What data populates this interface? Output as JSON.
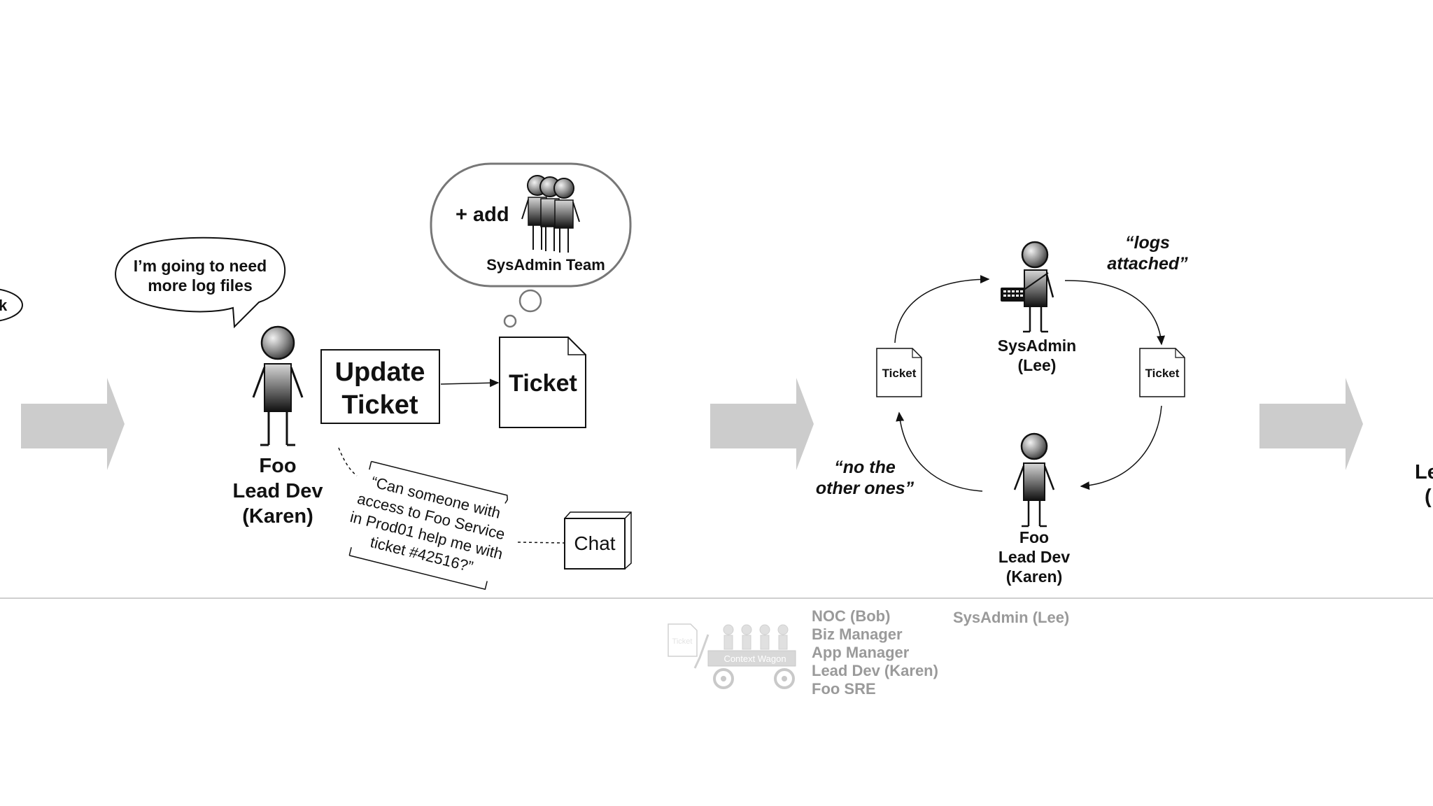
{
  "left_bubble": {
    "text": "k"
  },
  "karen_speech": {
    "line1": "I’m going to need",
    "line2": "more log files"
  },
  "karen": {
    "line1": "Foo",
    "line2": "Lead Dev",
    "line3": "(Karen)"
  },
  "update_box": {
    "line1": "Update",
    "line2": "Ticket"
  },
  "ticket_main": {
    "label": "Ticket"
  },
  "thought": {
    "add": "+ add",
    "team": "SysAdmin Team"
  },
  "chat_message": {
    "line1": "“Can someone with",
    "line2": "access to Foo Service",
    "line3": "in Prod01 help me with",
    "line4": "ticket #42516?”"
  },
  "chat_box": {
    "label": "Chat"
  },
  "cycle": {
    "sysadmin": {
      "line1": "SysAdmin",
      "line2": "(Lee)"
    },
    "lead_dev": {
      "line1": "Foo",
      "line2": "Lead Dev",
      "line3": "(Karen)"
    },
    "ticket_left": "Ticket",
    "ticket_right": "Ticket",
    "quote_logs": {
      "line1": "“logs",
      "line2": "attached”"
    },
    "quote_other": {
      "line1": "“no the",
      "line2": "other ones”"
    }
  },
  "right_partial": {
    "line1": "Le",
    "line2": "("
  },
  "context_wagon": {
    "ticket_label": "Ticket",
    "wagon_label": "Context Wagon",
    "names": [
      "NOC (Bob)",
      "Biz Manager",
      "App Manager",
      "Lead Dev (Karen)",
      "Foo SRE"
    ],
    "handoff": "SysAdmin (Lee)"
  },
  "colors": {
    "arrow_fill": "#cccccc",
    "divider": "#cfcfcf",
    "faded_text": "#9a9a9a"
  }
}
